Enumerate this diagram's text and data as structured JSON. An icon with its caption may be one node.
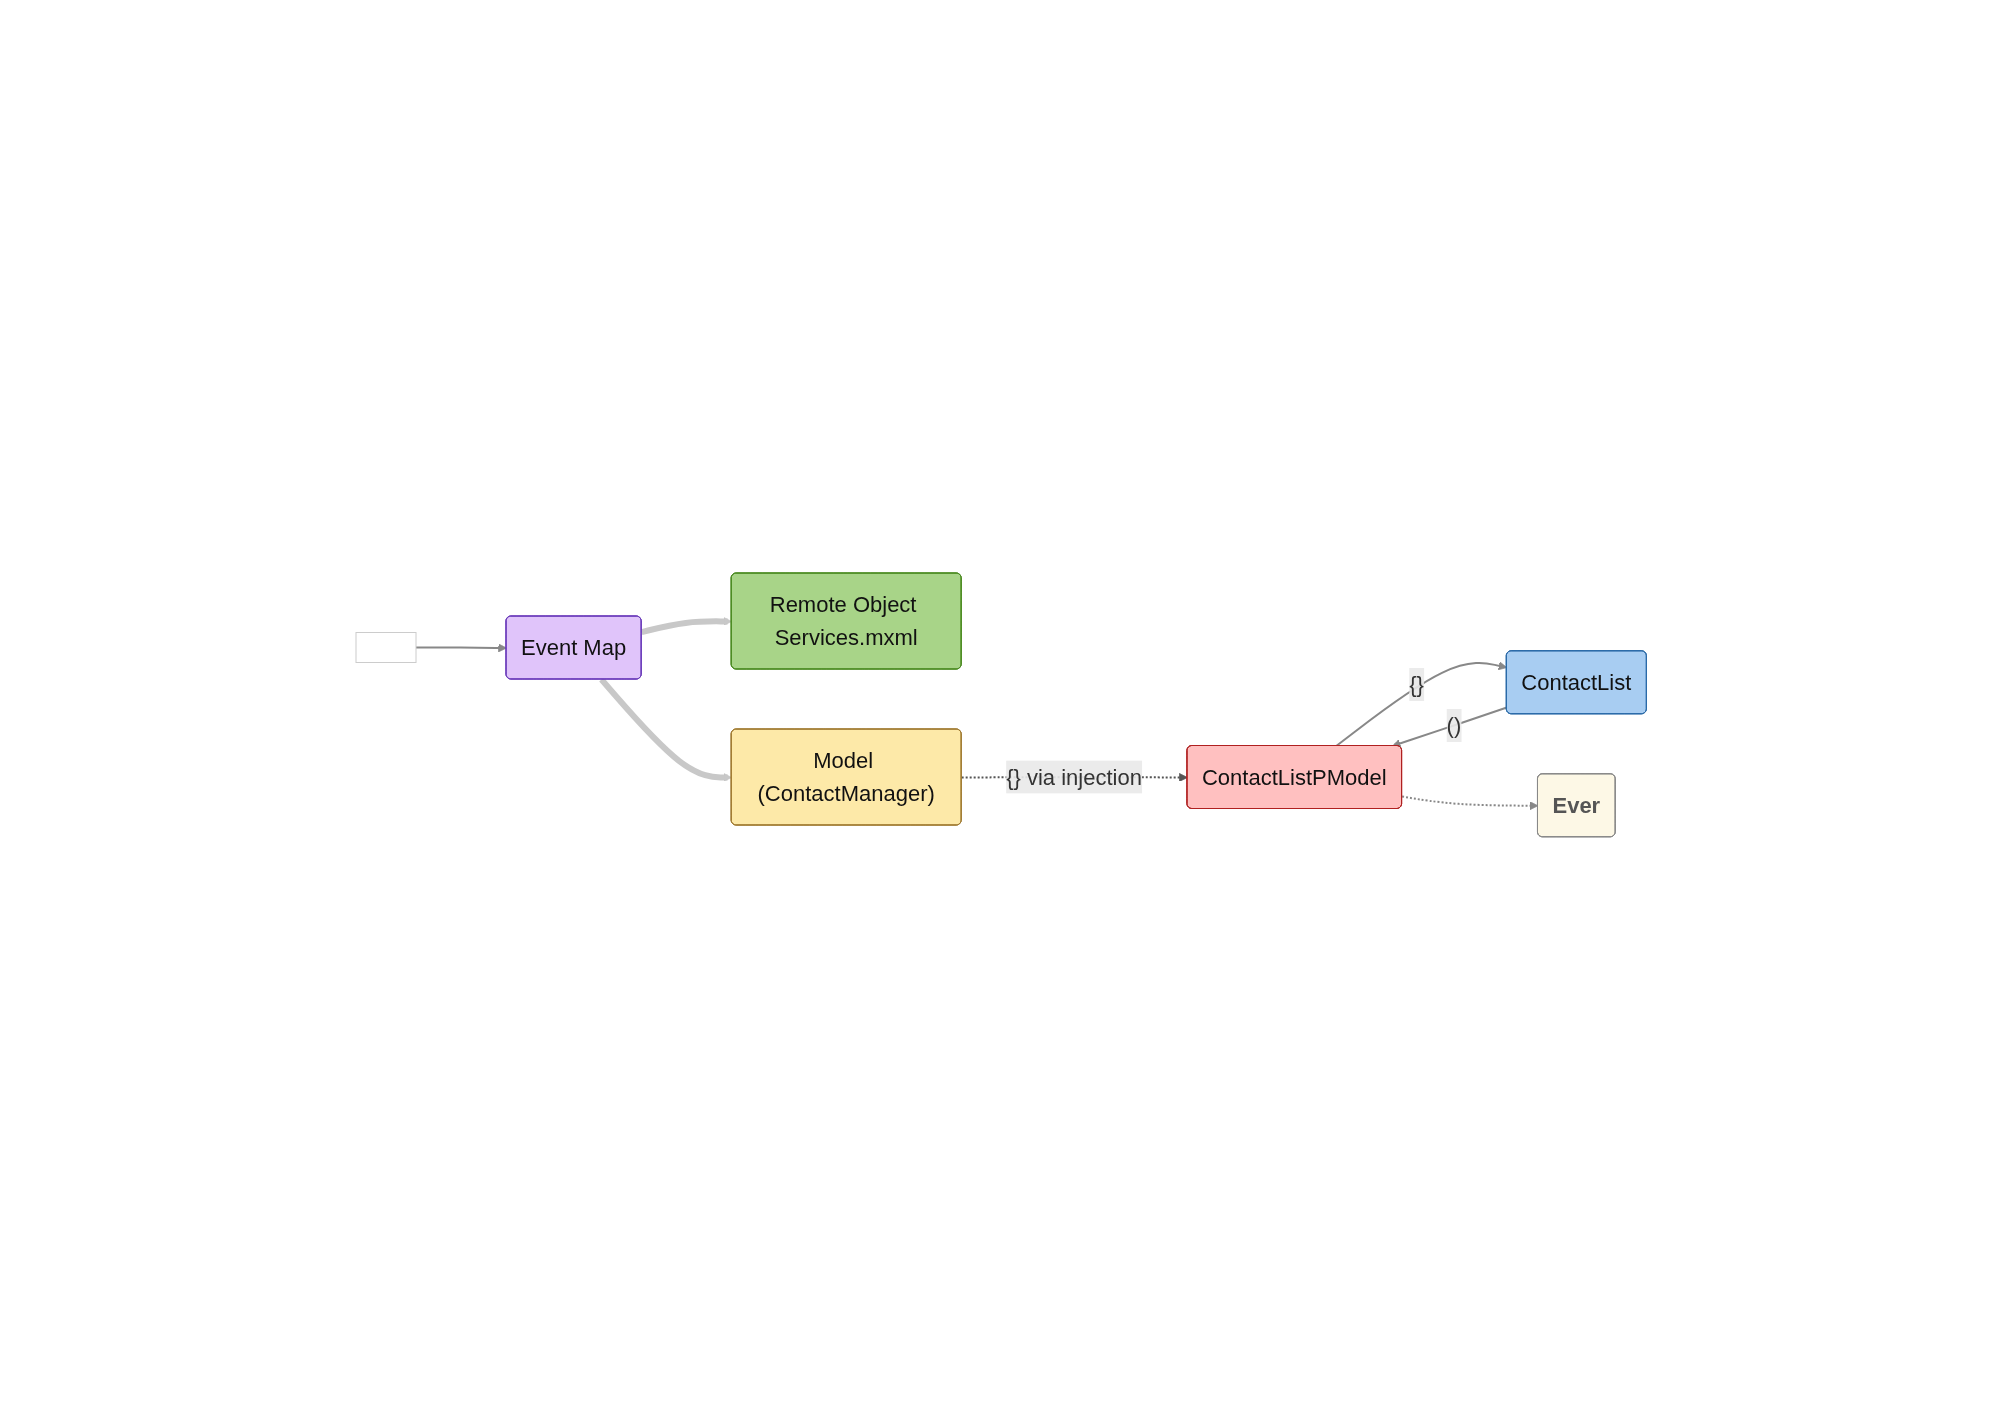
{
  "diagram": {
    "nodes": [
      {
        "text": [
          "Ever"
        ]
      },
      {
        "text": [],
        "shape": "box"
      },
      {
        "text": [
          "ContactList"
        ]
      },
      {
        "text": [
          "ContactListPModel"
        ]
      },
      {
        "text": [
          "Event Map"
        ]
      },
      {
        "text": [
          "Remote Object Services.mxml"
        ]
      },
      {
        "text": [
          "Model (ContactManager)"
        ]
      }
    ],
    "edges": [
      {
        "from": 2,
        "to": 3,
        "arrow": "to",
        "label": "()"
      },
      {
        "from": 3,
        "to": 2,
        "arrow": "to",
        "label": "{}"
      },
      {
        "from": 3,
        "to": 0,
        "arrow": "to",
        "style": "dashed"
      },
      {
        "from": 1,
        "to": 4,
        "arrow": "to"
      },
      {
        "from": 4,
        "to": 5,
        "arrow": "to",
        "style": "thick",
        "color": "#c8c8c8"
      },
      {
        "from": 4,
        "to": 6,
        "arrow": "to",
        "style": "thick",
        "color": "#c8c8c8"
      },
      {
        "from": 6,
        "to": 3,
        "arrow": "to",
        "style": "dashed",
        "color": "#555555",
        "label": "{} via injection"
      }
    ]
  }
}
